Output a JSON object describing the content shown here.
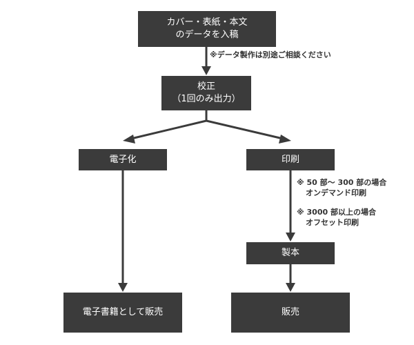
{
  "nodes": {
    "submit": {
      "line1": "カバー・表紙・本文",
      "line2": "のデータを入稿"
    },
    "proof": {
      "line1": "校正",
      "line2": "（1回のみ出力）"
    },
    "digital": {
      "label": "電子化"
    },
    "print": {
      "label": "印刷"
    },
    "ebook_sales": {
      "label": "電子書籍として販売"
    },
    "binding": {
      "label": "製本"
    },
    "sales": {
      "label": "販売"
    }
  },
  "notes": {
    "submit_note": "※データ製作は別途ご相談ください",
    "ondemand_line1": "※ 50 部〜 300 部の場合",
    "ondemand_line2": "オンデマンド印刷",
    "offset_line1": "※ 3000 部以上の場合",
    "offset_line2": "オフセット印刷"
  },
  "colors": {
    "box": "#3b3b3b",
    "text_on_box": "#ffffff",
    "note_text": "#333333"
  }
}
